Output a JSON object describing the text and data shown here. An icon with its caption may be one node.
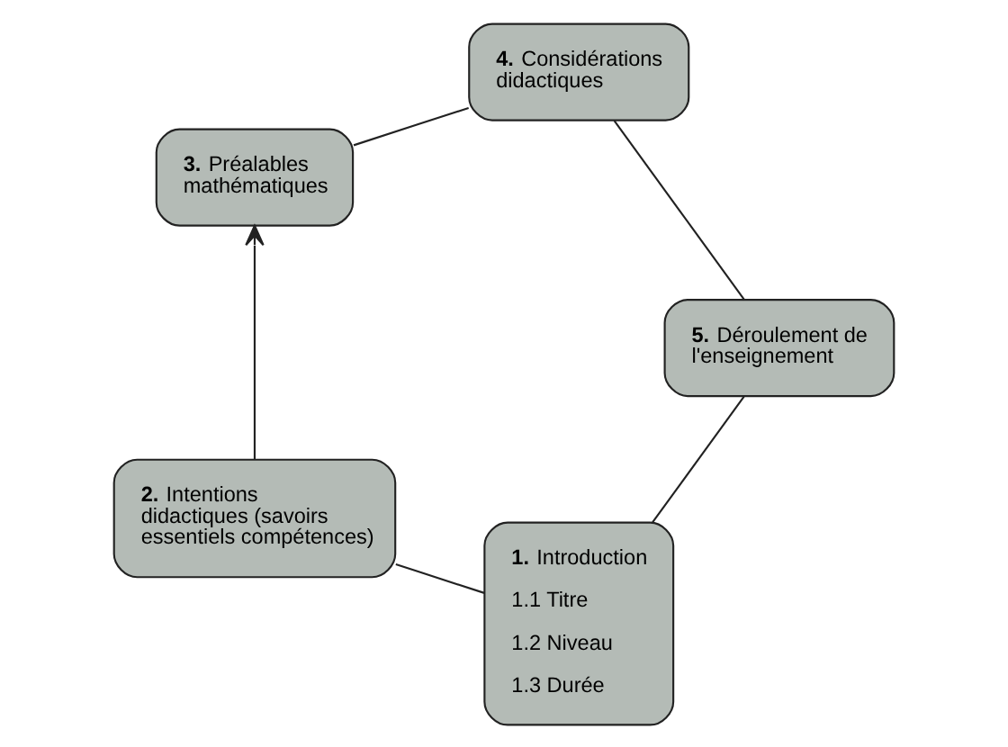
{
  "diagram": {
    "nodes": [
      {
        "text": [
          "**1.** Introduction",
          "1.1  Titre",
          "1.2  Niveau",
          "1.3  Durée"
        ]
      },
      {
        "text": [
          "**2.** Intentions didactiques (savoirs essentiels compétences)"
        ]
      },
      {
        "text": [
          "**3.** Préalables mathématiques"
        ]
      },
      {
        "text": [
          "**4.** Considérations didactiques"
        ]
      },
      {
        "text": [
          "**5.** Déroulement de l'enseignement"
        ]
      }
    ],
    "edges": [
      {
        "from": 0,
        "to": 1,
        "arrow": "none"
      },
      {
        "from": 1,
        "to": 2,
        "arrow": "to"
      },
      {
        "from": 2,
        "to": 3,
        "arrow": "none"
      },
      {
        "from": 3,
        "to": 4,
        "arrow": "none"
      },
      {
        "from": 4,
        "to": 0,
        "arrow": "none"
      }
    ]
  }
}
